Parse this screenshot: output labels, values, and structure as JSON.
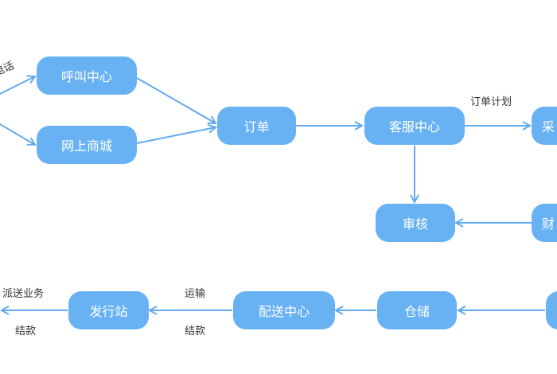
{
  "colors": {
    "node_fill": "#68b2f4",
    "node_text": "#ffffff",
    "edge": "#62aaf0",
    "label": "#333333"
  },
  "nodes": {
    "call_center": "呼叫中心",
    "online_mall": "网上商城",
    "order": "订单",
    "customer_service": "客服中心",
    "purchase": "采",
    "audit": "审核",
    "finance": "财",
    "distribution_station": "发行站",
    "delivery_center": "配送中心",
    "warehouse": "仓储",
    "right_bottom": ""
  },
  "edge_labels": {
    "phone": "电话",
    "order_plan": "订单计划",
    "dispatch_business": "派送业务",
    "settlement_left": "结款",
    "transport": "运输",
    "settlement_mid": "结款"
  }
}
